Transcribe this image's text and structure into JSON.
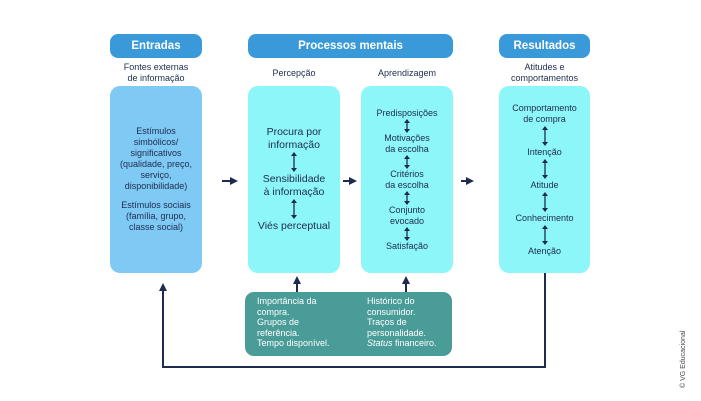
{
  "headers": {
    "inputs": "Entradas",
    "mental_processes": "Processos mentais",
    "results": "Resultados"
  },
  "subtitles": {
    "inputs": "Fontes externas\nde informação",
    "perception": "Percepção",
    "learning": "Aprendizagem",
    "results": "Atitudes e\ncomportamentos"
  },
  "inputs_box": {
    "stimuli_title": "Estímulos\nsimbólicos/\nsignificativos",
    "stimuli_detail": "(qualidade, preço,\nserviço,\ndisponibilidade)",
    "social_title": "Estímulos sociais",
    "social_detail": "(família, grupo,\nclasse social)"
  },
  "perception_box": {
    "items": [
      "Procura por\ninformação",
      "Sensibilidade\nà informação",
      "Viés perceptual"
    ]
  },
  "learning_box": {
    "items": [
      "Predisposições",
      "Motivações\nda escolha",
      "Critérios\nda escolha",
      "Conjunto\nevocado",
      "Satisfação"
    ]
  },
  "results_box": {
    "items": [
      "Comportamento\nde compra",
      "Intenção",
      "Atitude",
      "Conhecimento",
      "Atenção"
    ]
  },
  "influences": {
    "left": [
      "Importância da",
      "compra.",
      "Grupos de",
      "referência.",
      "Tempo disponível."
    ],
    "right": [
      "Histórico do",
      "consumidor.",
      "Traços de",
      "personalidade."
    ],
    "right_last_italic": "Status",
    "right_last_rest": " financeiro."
  },
  "copyright": "© VG Educacional",
  "colors": {
    "header": "#3a9ad9",
    "inputs_box": "#7fc9f5",
    "process_box": "#8cf6f8",
    "influence_box": "#4a9c98",
    "arrow": "#1d2b4f"
  }
}
